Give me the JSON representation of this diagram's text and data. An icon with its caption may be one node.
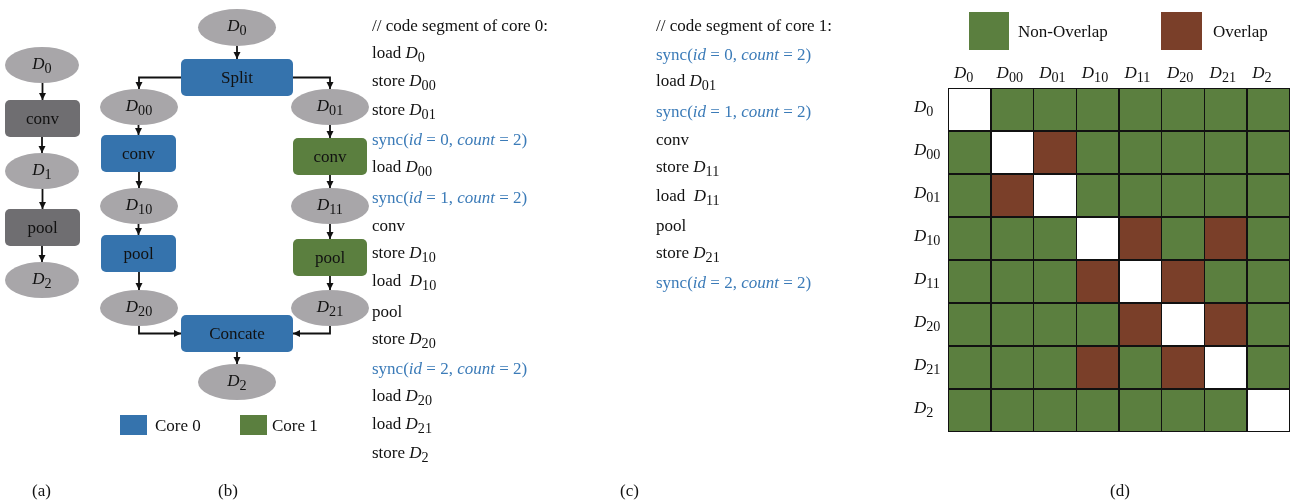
{
  "diagram": {
    "nodes": [
      {
        "text": [
          "*D*$_{0}$"
        ]
      },
      {
        "text": [
          "conv"
        ]
      },
      {
        "text": [
          "*D*$_{1}$"
        ]
      },
      {
        "text": [
          "pool"
        ]
      },
      {
        "text": [
          "*D*$_{2}$"
        ]
      },
      {
        "text": [
          "*D*$_{0}$"
        ]
      },
      {
        "text": [
          "Split"
        ]
      },
      {
        "text": [
          "*D*$_{00}$"
        ]
      },
      {
        "text": [
          "*D*$_{01}$"
        ]
      },
      {
        "text": [
          "conv"
        ]
      },
      {
        "text": [
          "conv"
        ]
      },
      {
        "text": [
          "*D*$_{10}$"
        ]
      },
      {
        "text": [
          "*D*$_{11}$"
        ]
      },
      {
        "text": [
          "pool"
        ]
      },
      {
        "text": [
          "pool"
        ]
      },
      {
        "text": [
          "*D*$_{20}$"
        ]
      },
      {
        "text": [
          "*D*$_{21}$"
        ]
      },
      {
        "text": [
          "Concate"
        ]
      },
      {
        "text": [
          "*D*$_{2}$"
        ]
      }
    ],
    "edges": [
      {
        "from": 0,
        "to": 1,
        "arrow": "to"
      },
      {
        "from": 1,
        "to": 2,
        "arrow": "to"
      },
      {
        "from": 2,
        "to": 3,
        "arrow": "to"
      },
      {
        "from": 3,
        "to": 4,
        "arrow": "to"
      },
      {
        "from": 5,
        "to": 6,
        "arrow": "to"
      },
      {
        "from": 6,
        "to": 7,
        "arrow": "to"
      },
      {
        "from": 6,
        "to": 8,
        "arrow": "to"
      },
      {
        "from": 7,
        "to": 9,
        "arrow": "to"
      },
      {
        "from": 8,
        "to": 10,
        "arrow": "to"
      },
      {
        "from": 9,
        "to": 11,
        "arrow": "to"
      },
      {
        "from": 10,
        "to": 12,
        "arrow": "to"
      },
      {
        "from": 11,
        "to": 13,
        "arrow": "to"
      },
      {
        "from": 12,
        "to": 14,
        "arrow": "to"
      },
      {
        "from": 13,
        "to": 15,
        "arrow": "to"
      },
      {
        "from": 14,
        "to": 16,
        "arrow": "to"
      },
      {
        "from": 15,
        "to": 17,
        "arrow": "to"
      },
      {
        "from": 16,
        "to": 17,
        "arrow": "to"
      },
      {
        "from": 17,
        "to": 18,
        "arrow": "to"
      }
    ],
    "labels": [
      "// code segment of core 0:",
      "load *D*$_{0}$",
      "store *D*$_{00}$",
      "store *D*$_{01}$",
      "sync(*id* = 0, *count* = 2)",
      "load *D*$_{00}$",
      "sync(*id* = 1, *count* = 2)",
      "conv",
      "store *D*$_{10}$",
      "load  *D*$_{10}$",
      "pool",
      "store *D*$_{20}$",
      "sync(*id* = 2, *count* = 2)",
      "load *D*$_{20}$",
      "load *D*$_{21}$",
      "store *D*$_{2}$",
      "// code segment of core 1:",
      "sync(*id* = 0, *count* = 2)",
      "load *D*$_{01}$",
      "sync(*id* = 1, *count* = 2)",
      "conv",
      "store *D*$_{11}$",
      "load  *D*$_{11}$",
      "pool",
      "store *D*$_{21}$",
      "sync(*id* = 2, *count* = 2)",
      "*D*$_{0}$",
      "*D*$_{00}$",
      "*D*$_{01}$",
      "*D*$_{10}$",
      "*D*$_{11}$",
      "*D*$_{20}$",
      "*D*$_{21}$",
      "*D*$_{2}$",
      "*D*$_{0}$",
      "*D*$_{00}$",
      "*D*$_{01}$",
      "*D*$_{10}$",
      "*D*$_{11}$",
      "*D*$_{20}$",
      "*D*$_{21}$",
      "*D*$_{2}$",
      "(a)",
      "(b)",
      "(c)",
      "(d)"
    ],
    "legend": [
      {
        "text": "Core 0",
        "color": "#3573ad"
      },
      {
        "text": "Core 1",
        "color": "#5b7f3f"
      },
      {
        "text": "Non-Overlap",
        "color": "#5b7f3f"
      },
      {
        "text": "Overlap",
        "color": "#7a3f29"
      }
    ]
  }
}
